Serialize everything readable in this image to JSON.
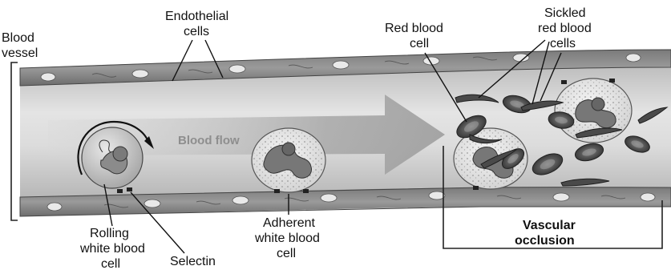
{
  "labels": {
    "blood_vessel": [
      "Blood",
      "vessel"
    ],
    "endothelial_cells": [
      "Endothelial",
      "cells"
    ],
    "red_blood_cell": [
      "Red blood",
      "cell"
    ],
    "sickled_red_blood_cells": [
      "Sickled",
      "red blood",
      "cells"
    ],
    "blood_flow": "Blood flow",
    "rolling_white_blood_cell": [
      "Rolling",
      "white blood",
      "cell"
    ],
    "selectin": "Selectin",
    "adherent_white_blood_cell": [
      "Adherent",
      "white blood",
      "cell"
    ],
    "vascular_occlusion": [
      "Vascular",
      "occlusion"
    ]
  }
}
